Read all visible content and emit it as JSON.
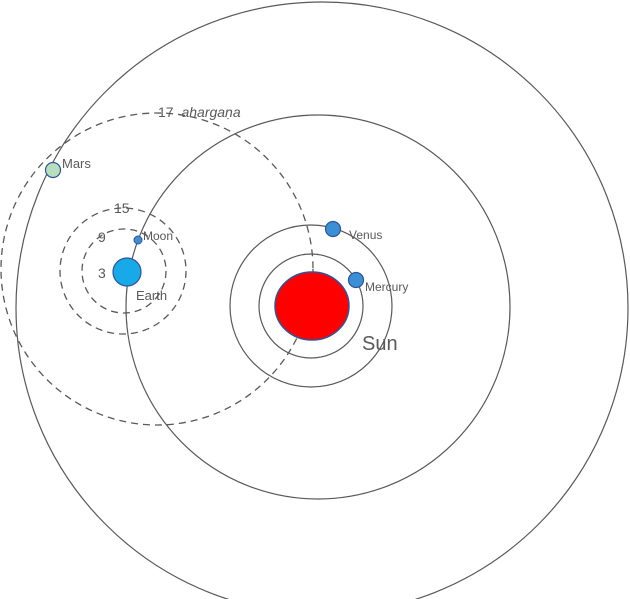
{
  "labels": {
    "sun": "Sun",
    "mercury": "Mercury",
    "venus": "Venus",
    "earth": "Earth",
    "moon": "Moon",
    "mars": "Mars",
    "ring_3": "3",
    "ring_9": "9",
    "ring_15": "15",
    "ring_17_num": "17",
    "ring_17_word": "ahargaṇa"
  },
  "colors": {
    "sun": "#ff0000",
    "sun_stroke": "#2f5597",
    "planet_blue": "#3b8fd4",
    "earth": "#18a9e8",
    "mars": "#b7dfbf",
    "orbit_line": "#595959",
    "label_text": "#595959"
  }
}
